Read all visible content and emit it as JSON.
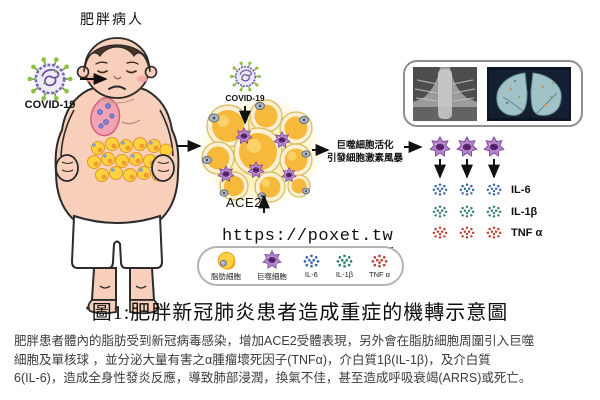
{
  "patient": {
    "label": "肥胖病人"
  },
  "virus_left": {
    "label": "COVID-19"
  },
  "adipose": {
    "covid_label": "COVID-19",
    "ace2_label": "ACE2"
  },
  "cascade": {
    "line1": "巨噬細胞活化",
    "line2": "引發細胞激素風暴"
  },
  "cytokines": {
    "rows": [
      {
        "label": "IL-6",
        "color": "#3465a8"
      },
      {
        "label": "IL-1β",
        "color": "#2e7d72"
      },
      {
        "label": "TNF α",
        "color": "#bf3a2b"
      }
    ]
  },
  "watermark": {
    "url": "https://poxet.tw"
  },
  "legend": {
    "items": [
      {
        "label": "脂肪細胞"
      },
      {
        "label": "巨噬細胞"
      },
      {
        "label": "IL-6"
      },
      {
        "label": "IL-1β"
      },
      {
        "label": "TNF α"
      }
    ]
  },
  "caption": {
    "title": "圖1:肥胖新冠肺炎患者造成重症的機轉示意圖"
  },
  "description": {
    "lines": [
      "肥胖患者體內的脂肪受到新冠病毒感染，增加ACE2受體表現，另外會在脂肪細胞周圍引入巨噬",
      "細胞及單核球 ，並分泌大量有害之α腫瘤壞死因子(TNFα)，介白質1β(IL-1β)，及介白質",
      "6(IL-6)，造成全身性發炎反應，導致肺部浸潤，換氣不佳，甚至造成呼吸衰竭(ARRS)或死亡。"
    ]
  },
  "colors": {
    "macrophage_purple": "#b585cb",
    "fat_cell_yellow": "#ffd23e",
    "adipocyte_orange": "#f6b93c",
    "virus_spike_green": "#7aa83a",
    "virus_ring_purple": "#7668b8",
    "lung_pink": "#f0a3b6",
    "skin": "#f8cfba",
    "il6_blue": "#3465a8",
    "il1b_teal": "#2e7d72",
    "tnf_red": "#bf3a2b"
  }
}
